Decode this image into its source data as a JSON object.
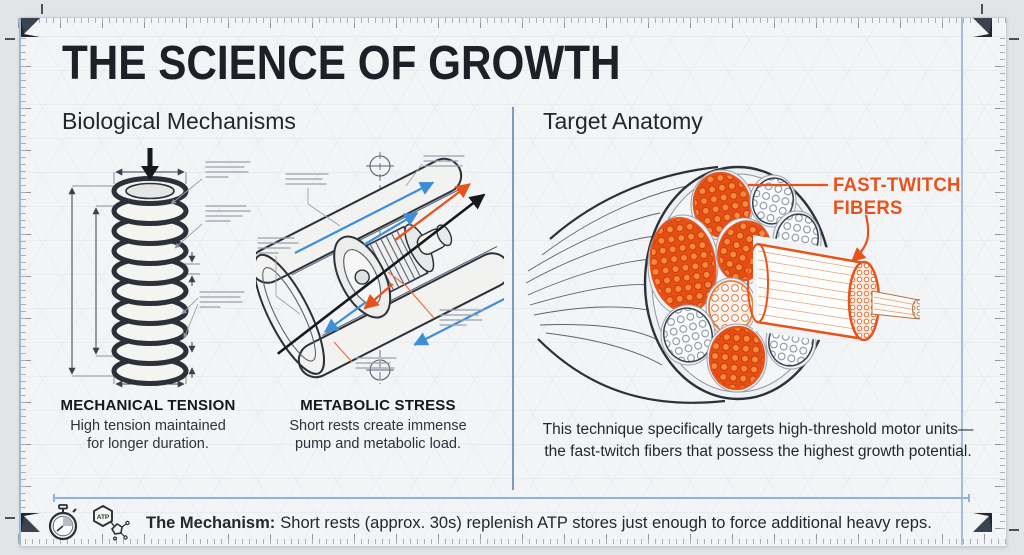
{
  "page": {
    "title": "THE SCIENCE OF GROWTH"
  },
  "left_panel": {
    "heading": "Biological Mechanisms",
    "mechanical": {
      "label": "MECHANICAL TENSION",
      "desc_line1": "High tension maintained",
      "desc_line2": "for longer duration."
    },
    "metabolic": {
      "label": "METABOLIC STRESS",
      "desc_line1": "Short rests create immense",
      "desc_line2": "pump and metabolic load."
    }
  },
  "right_panel": {
    "heading": "Target Anatomy",
    "callout_line1": "FAST-TWITCH",
    "callout_line2": "FIBERS",
    "desc_line1": "This technique specifically targets high-threshold motor units—",
    "desc_line2": "the fast-twitch fibers that possess the highest growth potential."
  },
  "footer": {
    "label": "The Mechanism:",
    "text": "Short rests (approx. 30s) replenish ATP stores just enough to force additional heavy reps.",
    "atp_text": "ATP"
  },
  "colors": {
    "accent_orange": "#e8531c",
    "accent_blue": "#3f8ed8",
    "margin_blue": "#92b4d6",
    "ink": "#2b3039",
    "paper": "#f3f4f6",
    "corner": "#3a434f"
  }
}
